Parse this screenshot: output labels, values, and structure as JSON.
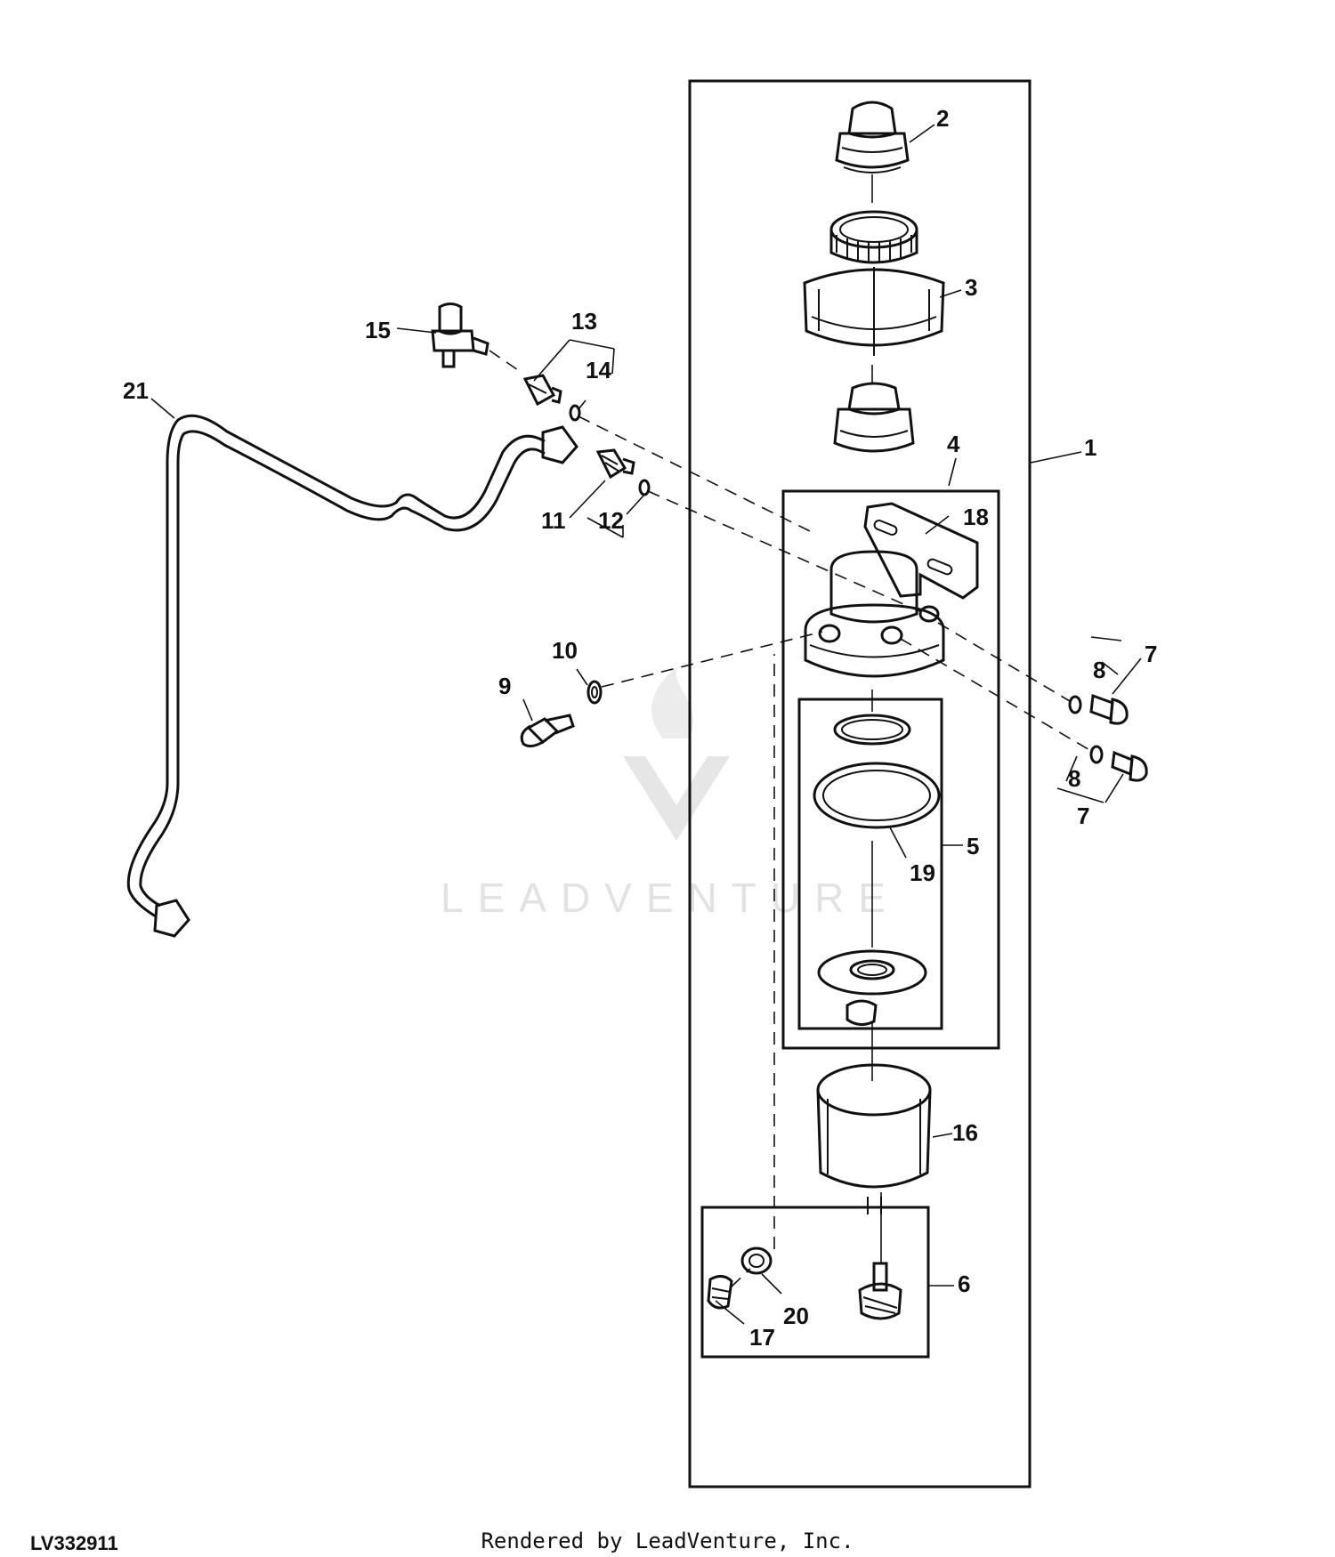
{
  "figure_id": "LV332911",
  "render_note": "Rendered by LeadVenture, Inc.",
  "watermark": "LEADVENTURE",
  "callouts": {
    "c1": "1",
    "c2": "2",
    "c3": "3",
    "c4": "4",
    "c5": "5",
    "c6": "6",
    "c7a": "7",
    "c7b": "7",
    "c8a": "8",
    "c8b": "8",
    "c9": "9",
    "c10": "10",
    "c11": "11",
    "c12": "12",
    "c13": "13",
    "c14": "14",
    "c15": "15",
    "c16": "16",
    "c17": "17",
    "c18": "18",
    "c19": "19",
    "c20": "20",
    "c21": "21"
  },
  "colors": {
    "line": "#111111",
    "watermark": "#e2e2e2",
    "background": "#ffffff"
  }
}
